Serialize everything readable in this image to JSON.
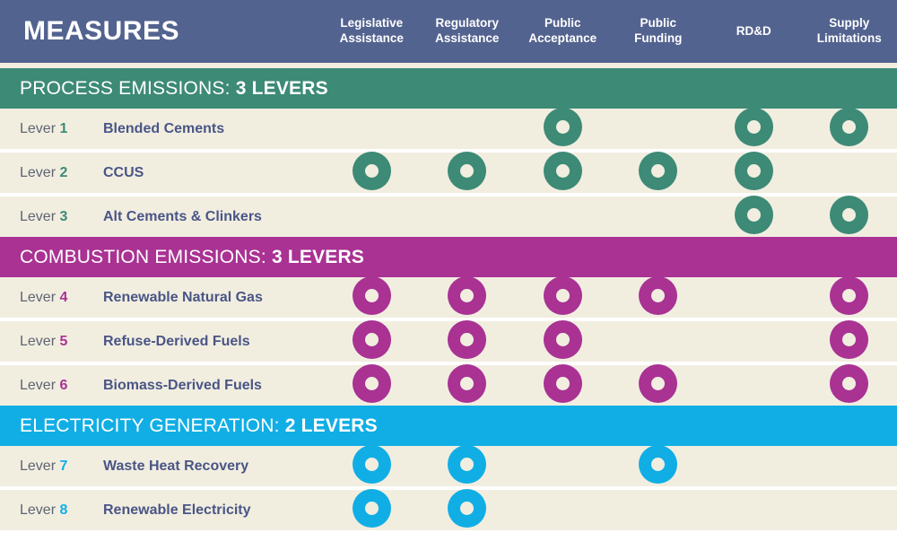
{
  "header": {
    "title": "MEASURES",
    "columns": [
      "Legislative\nAssistance",
      "Regulatory\nAssistance",
      "Public\nAcceptance",
      "Public\nFunding",
      "RD&D",
      "Supply\nLimitations"
    ],
    "bg_color": "#53638F",
    "text_color": "#FFFFFF"
  },
  "palette": {
    "row_bg": "#F1EEE0",
    "page_bg": "#FFFFFF",
    "lever_label": "#5E6472",
    "measure_name": "#4A5586",
    "green": "#3D8A76",
    "magenta": "#A93293",
    "blue": "#11AEE5"
  },
  "lever_word": "Lever",
  "sections": [
    {
      "id": "process-emissions",
      "label": "PROCESS EMISSIONS: ",
      "levers_text": "3 LEVERS",
      "color": "#3D8A76",
      "rows": [
        {
          "lever_number": "1",
          "name": "Blended Cements",
          "marks": [
            false,
            false,
            true,
            false,
            true,
            true
          ]
        },
        {
          "lever_number": "2",
          "name": "CCUS",
          "marks": [
            true,
            true,
            true,
            true,
            true,
            false
          ]
        },
        {
          "lever_number": "3",
          "name": "Alt Cements & Clinkers",
          "marks": [
            false,
            false,
            false,
            false,
            true,
            true
          ]
        }
      ]
    },
    {
      "id": "combustion-emissions",
      "label": "COMBUSTION EMISSIONS: ",
      "levers_text": "3 LEVERS",
      "color": "#A93293",
      "rows": [
        {
          "lever_number": "4",
          "name": "Renewable Natural Gas",
          "marks": [
            true,
            true,
            true,
            true,
            false,
            true
          ]
        },
        {
          "lever_number": "5",
          "name": "Refuse-Derived Fuels",
          "marks": [
            true,
            true,
            true,
            false,
            false,
            true
          ]
        },
        {
          "lever_number": "6",
          "name": "Biomass-Derived Fuels",
          "marks": [
            true,
            true,
            true,
            true,
            false,
            true
          ]
        }
      ]
    },
    {
      "id": "electricity-generation",
      "label": "ELECTRICITY GENERATION: ",
      "levers_text": "2 LEVERS",
      "color": "#11AEE5",
      "rows": [
        {
          "lever_number": "7",
          "name": "Waste Heat Recovery",
          "marks": [
            true,
            true,
            false,
            true,
            false,
            false
          ]
        },
        {
          "lever_number": "8",
          "name": "Renewable Electricity",
          "marks": [
            true,
            true,
            false,
            false,
            false,
            false
          ]
        }
      ]
    }
  ]
}
